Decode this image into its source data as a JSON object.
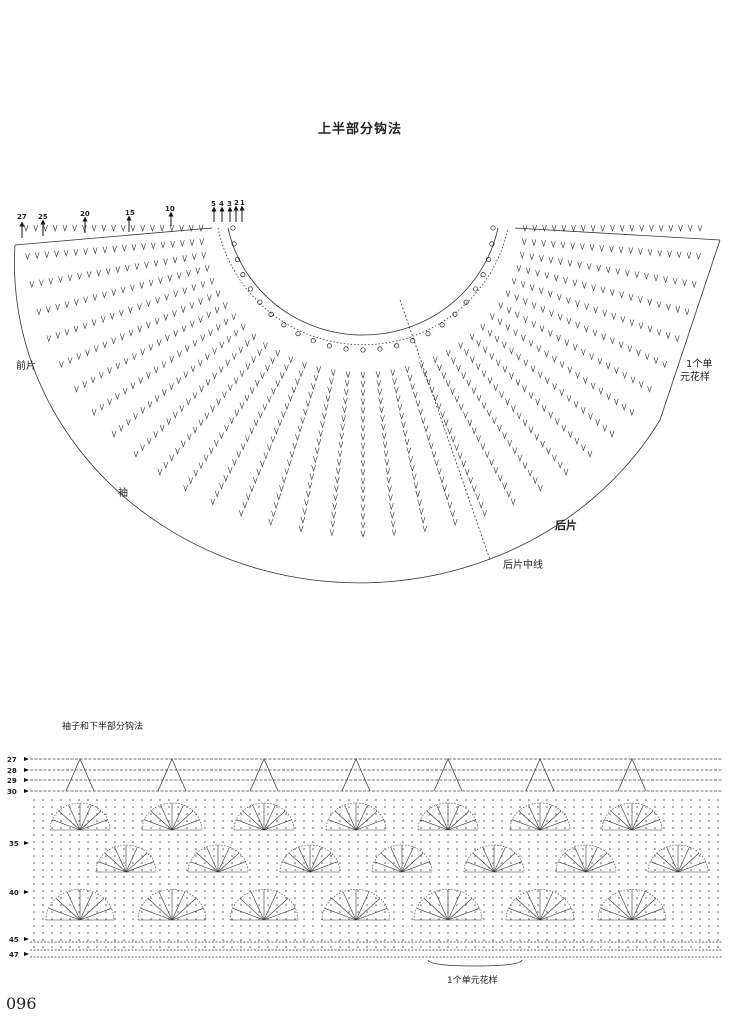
{
  "upper": {
    "title": "上半部分钩法",
    "front_label": "前片",
    "sleeve_label": "袖",
    "back_label": "后片",
    "back_center_label": "后片中线",
    "repeat_label_line1": "1个单",
    "repeat_label_line2": "元花样",
    "row_markers": [
      "27",
      "25",
      "20",
      "15",
      "10",
      "5",
      "4",
      "3",
      "2",
      "1"
    ]
  },
  "lower": {
    "title": "袖子和下半部分钩法",
    "row_markers": [
      "27",
      "28",
      "29",
      "30",
      "35",
      "40",
      "45",
      "47"
    ],
    "repeat_label": "1个单元花样"
  },
  "page_number": "096"
}
